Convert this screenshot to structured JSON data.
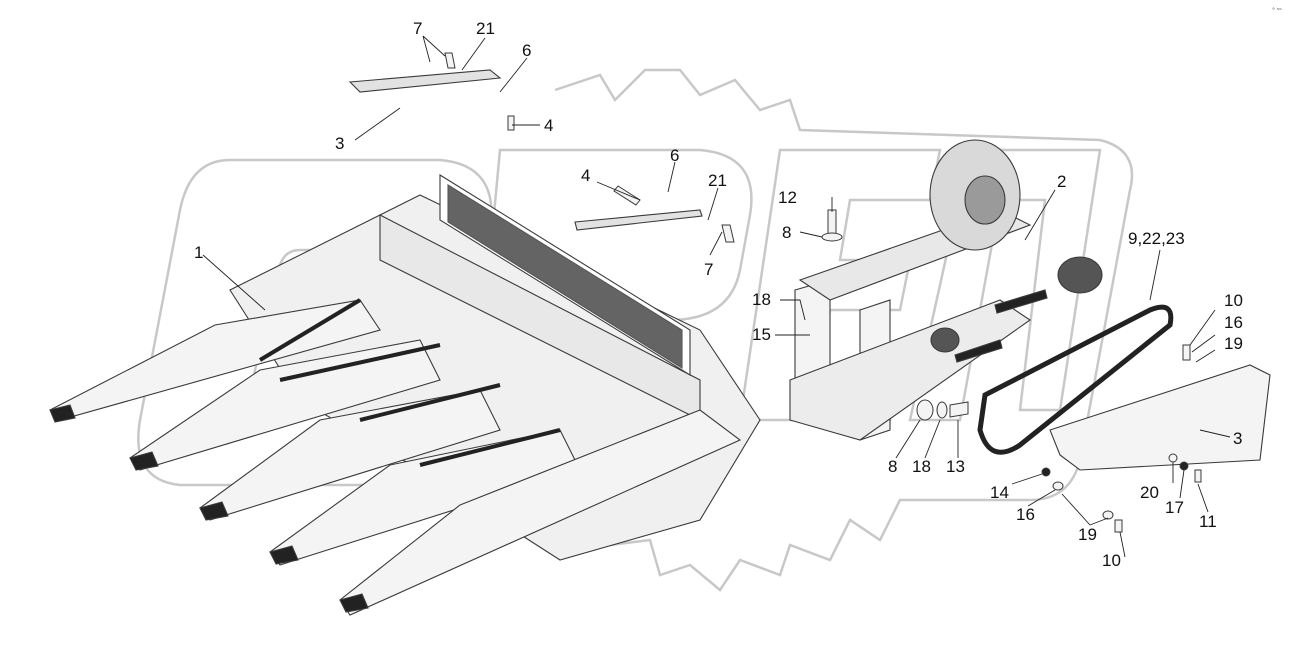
{
  "diagram": {
    "corner_mark": "° ⁿᵒ",
    "watermark": {
      "text": "ОРЕЛ",
      "stroke_color": "#c8c8c8"
    },
    "colors": {
      "line": "#3a3a3a",
      "fill_light": "#f4f4f4",
      "fill_mid": "#e2e2e2",
      "fill_dark": "#222222"
    },
    "labels": [
      {
        "id": "l7a",
        "text": "7"
      },
      {
        "id": "l21a",
        "text": "21"
      },
      {
        "id": "l6a",
        "text": "6"
      },
      {
        "id": "l4a",
        "text": "4"
      },
      {
        "id": "l3a",
        "text": "3"
      },
      {
        "id": "l4b",
        "text": "4"
      },
      {
        "id": "l6b",
        "text": "6"
      },
      {
        "id": "l21b",
        "text": "21"
      },
      {
        "id": "l7b",
        "text": "7"
      },
      {
        "id": "l1",
        "text": "1"
      },
      {
        "id": "l12",
        "text": "12"
      },
      {
        "id": "l8a",
        "text": "8"
      },
      {
        "id": "l2",
        "text": "2"
      },
      {
        "id": "l9",
        "text": "9,22,23"
      },
      {
        "id": "l18a",
        "text": "18"
      },
      {
        "id": "l15",
        "text": "15"
      },
      {
        "id": "l10a",
        "text": "10"
      },
      {
        "id": "l16a",
        "text": "16"
      },
      {
        "id": "l19a",
        "text": "19"
      },
      {
        "id": "l3b",
        "text": "3"
      },
      {
        "id": "l8b",
        "text": "8"
      },
      {
        "id": "l18b",
        "text": "18"
      },
      {
        "id": "l13",
        "text": "13"
      },
      {
        "id": "l14",
        "text": "14"
      },
      {
        "id": "l16b",
        "text": "16"
      },
      {
        "id": "l20",
        "text": "20"
      },
      {
        "id": "l17",
        "text": "17"
      },
      {
        "id": "l11",
        "text": "11"
      },
      {
        "id": "l19b",
        "text": "19"
      },
      {
        "id": "l10b",
        "text": "10"
      }
    ]
  }
}
